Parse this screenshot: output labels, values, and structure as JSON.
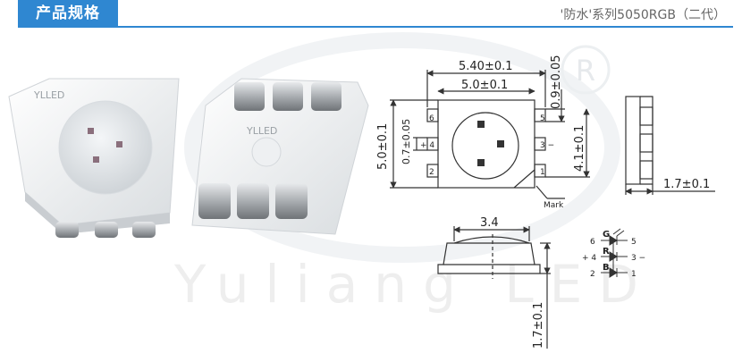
{
  "header": {
    "title": "产品规格",
    "subtitle": "'防水'系列5050RGB（二代）"
  },
  "watermark": {
    "text": "Yuliang LED",
    "registered": "R"
  },
  "product_photo": {
    "chip_brand_1": "YLLED",
    "chip_brand_2": "YLLED"
  },
  "top_view": {
    "dim_outer_width": "5.40±0.1",
    "dim_inner_width": "5.0±0.1",
    "dim_pad_height": "0.9±0.05",
    "dim_body_height": "5.0±0.1",
    "dim_pad_pitch": "0.7±0.05",
    "dim_pad_span": "4.1±0.1",
    "pin_6": "6",
    "pin_4": "+ 4",
    "pin_2": "2",
    "pin_5": "5",
    "pin_3": "3 −",
    "pin_1": "1",
    "mark_label": "Mark"
  },
  "side_view": {
    "dim_height": "1.7±0.1"
  },
  "front_view": {
    "dim_lens_width": "3.4",
    "dim_height": "1.7±0.1"
  },
  "schematic": {
    "pin_6": "6",
    "pin_5": "5",
    "pin_4": "+ 4",
    "pin_3": "3 −",
    "pin_2": "2",
    "pin_1": "1",
    "led_g": "G",
    "led_r": "R",
    "led_b": "B"
  },
  "colors": {
    "accent": "#2f87d1",
    "line": "#333333"
  }
}
